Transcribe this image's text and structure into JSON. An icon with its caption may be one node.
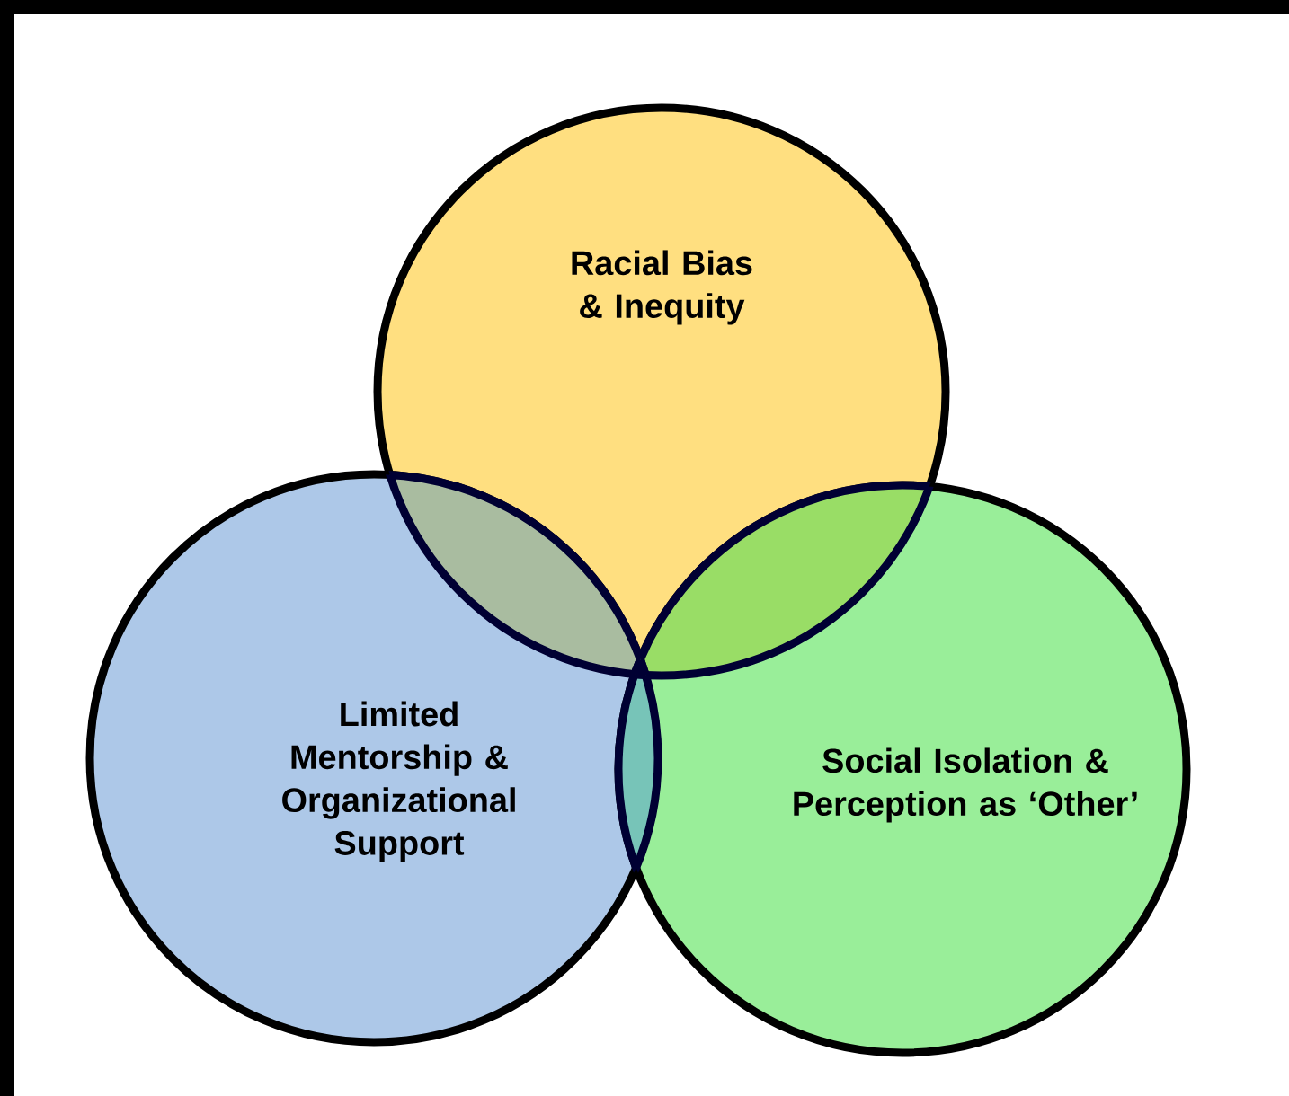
{
  "diagram": {
    "nodes": [
      {
        "text": [
          "Racial Bias & Inequity"
        ]
      },
      {
        "text": [
          "Limited Mentorship & Organizational Support"
        ]
      },
      {
        "text": [
          "Social Isolation & Perception as ‘Other’"
        ]
      }
    ]
  }
}
